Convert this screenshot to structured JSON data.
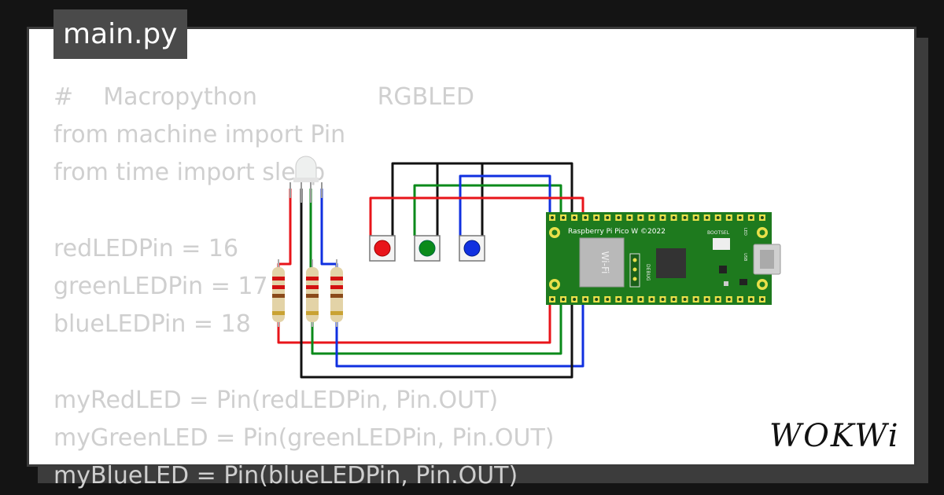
{
  "file_tab": {
    "label": "main.py"
  },
  "code_lines": [
    "#    Macropython                RGBLED",
    "from machine import Pin",
    "from time import sleep",
    "",
    "redLEDPin = 16",
    "greenLEDPin = 17",
    "blueLEDPin = 18",
    "",
    "myRedLED = Pin(redLEDPin, Pin.OUT)",
    "myGreenLED = Pin(greenLEDPin, Pin.OUT)",
    "myBlueLED = Pin(blueLEDPin, Pin.OUT)"
  ],
  "board": {
    "title": "Raspberry Pi Pico W ©2022",
    "wifi_label": "Wi-Fi",
    "debug_label": "DEBUG",
    "bootsel_label": "BOOTSEL",
    "led_label": "LED",
    "usb_label": "USB",
    "board_color": "#1e7a1e"
  },
  "buttons": [
    {
      "name": "red",
      "color": "#e8141a"
    },
    {
      "name": "green",
      "color": "#0a8a1a"
    },
    {
      "name": "blue",
      "color": "#1030e0"
    }
  ],
  "wire_colors": {
    "red": "#e8141a",
    "green": "#0a8a1a",
    "blue": "#1030e0",
    "black": "#111111"
  },
  "brand": {
    "logo_text": "WOKWi"
  }
}
